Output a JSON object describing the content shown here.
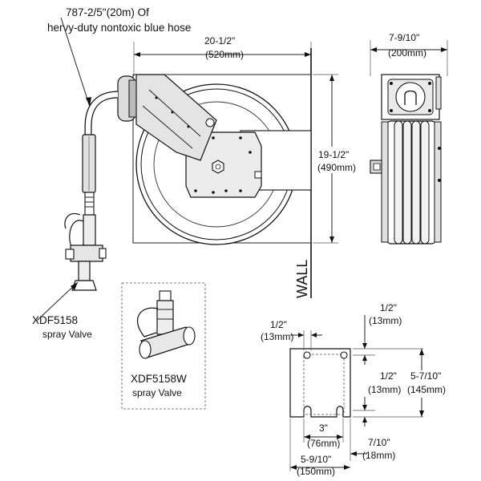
{
  "hose_note": {
    "line1": "787-2/5\"(20m) Of",
    "line2": "hervy-duty nontoxic blue hose"
  },
  "dims": {
    "width_in": "20-1/2\"",
    "width_mm": "(520mm)",
    "height_in": "19-1/2\"",
    "height_mm": "(490mm)",
    "depth_in": "7-9/10\"",
    "depth_mm": "(200mm)"
  },
  "wall_label": "WALL",
  "valve_main": {
    "model": "XDF5158",
    "desc": "spray Valve"
  },
  "valve_alt": {
    "model": "XDF5158W",
    "desc": "spray Valve"
  },
  "bracket": {
    "left_top_in": "1/2\"",
    "left_top_mm": "(13mm)",
    "right_top_in": "1/2\"",
    "right_top_mm": "(13mm)",
    "right_mid_in": "1/2\"",
    "right_mid_mm": "(13mm)",
    "right_total_in": "5-7/10\"",
    "right_total_mm": "(145mm)",
    "hole_span_in": "3\"",
    "hole_span_mm": "(76mm)",
    "bottom_gap_in": "7/10\"",
    "bottom_gap_mm": "(18mm)",
    "total_width_in": "5-9/10\"",
    "total_width_mm": "(150mm)"
  }
}
